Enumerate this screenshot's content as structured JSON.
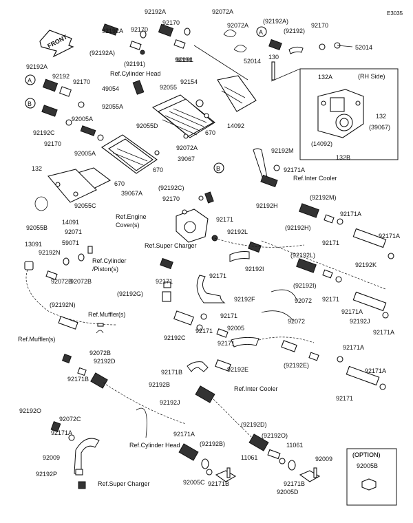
{
  "drawing_code": "E3035",
  "front_arrow": "FRONT",
  "inset_title": "(RH Side)",
  "option_title": "(OPTION)",
  "callouts": {
    "a": "A",
    "b": "B"
  },
  "labels": [
    "92192A",
    "92072A",
    "92192A",
    "(92192A)",
    "92170",
    "92072A",
    "(92192)",
    "92170",
    "52014",
    "92170",
    "(92192A)",
    "92191",
    "(92191)",
    "92191",
    "130",
    "52014",
    "Ref.Cylinder Head",
    "92192A",
    "92192",
    "92170",
    "49054",
    "92055",
    "92154",
    "14092",
    "132A",
    "132",
    "(39067)",
    "(14092)",
    "132B",
    "92055A",
    "670",
    "92005A",
    "92192C",
    "92055D",
    "92072A",
    "39067",
    "92192M",
    "92170",
    "92005A",
    "670",
    "92171A",
    "Ref.Inter Cooler",
    "132",
    "670",
    "39067A",
    "(92192C)",
    "92170",
    "92192H",
    "(92192M)",
    "92055C",
    "14091",
    "92055B",
    "Ref.Engine",
    "Cover(s)",
    "92171",
    "92171A",
    "(92192H)",
    "92192L",
    "92171",
    "92171A",
    "13091",
    "92071",
    "59071",
    "92192N",
    "92072B",
    "92072B",
    "Ref.Super Charger",
    "Ref.Cylinder",
    "/Piston(s)",
    "92192K",
    "92171",
    "92171",
    "(92192L)",
    "92192I",
    "(92192G)",
    "92192F",
    "92072",
    "(92192I)",
    "92171",
    "92171A",
    "(92192N)",
    "Ref.Muffler(s)",
    "92171",
    "92072",
    "92171A",
    "92192J",
    "92005",
    "Ref.Muffler(s)",
    "92192C",
    "92171",
    "92192D",
    "92072B",
    "92171",
    "(92192E)",
    "92171A",
    "92192E",
    "92171B",
    "92171B",
    "92171A",
    "92192B",
    "Ref.Inter Cooler",
    "92171",
    "92192J",
    "92192O",
    "Ref.Cylinder Head",
    "92072C",
    "92171A",
    "(92192D)",
    "(92192O)",
    "(92192B)",
    "11061",
    "11061",
    "92009",
    "92009",
    "92192P",
    "92171B",
    "92005C",
    "92171B",
    "92005D",
    "(OPTION)",
    "92005B",
    "92171A",
    "Ref.Super Charger"
  ]
}
